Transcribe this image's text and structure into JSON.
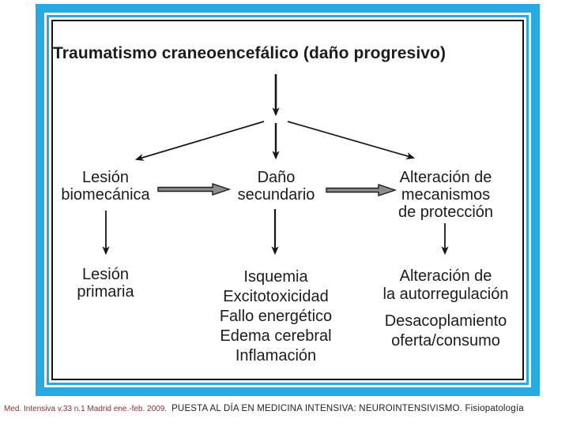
{
  "colors": {
    "accent": "#29a9e1",
    "arrow-fill": "#8d8d8d",
    "text": "#1c1c1c",
    "caption-source": "#8b2f2f"
  },
  "diagram": {
    "title": "Traumatismo craneoencefálico (daño progresivo)",
    "nodes": {
      "biomechanical": {
        "lines": [
          "Lesión",
          "biomecánica"
        ]
      },
      "secondary": {
        "lines": [
          "Daño",
          "secundario"
        ]
      },
      "protection": {
        "lines": [
          "Alteración de",
          "mecanismos",
          "de protección"
        ]
      },
      "primary": {
        "lines": [
          "Lesión",
          "primaria"
        ]
      }
    },
    "outcomes": {
      "secondary": [
        "Isquemia",
        "Excitotoxicidad",
        "Fallo energético",
        "Edema cerebral",
        "Inflamación"
      ],
      "protection_a": [
        "Alteración de",
        "la autorregulación"
      ],
      "protection_b": [
        "Desacoplamiento",
        "oferta/consumo"
      ]
    },
    "edges": [
      {
        "from": "title",
        "to": "fork",
        "style": "thin"
      },
      {
        "from": "fork",
        "to": "biomechanical",
        "style": "thin"
      },
      {
        "from": "fork",
        "to": "secondary",
        "style": "thin"
      },
      {
        "from": "fork",
        "to": "protection",
        "style": "thin"
      },
      {
        "from": "biomechanical",
        "to": "secondary",
        "style": "block"
      },
      {
        "from": "secondary",
        "to": "protection",
        "style": "block"
      },
      {
        "from": "biomechanical",
        "to": "primary",
        "style": "thin"
      },
      {
        "from": "secondary",
        "to": "secondary-outcomes",
        "style": "thin"
      },
      {
        "from": "protection",
        "to": "protection-outcomes",
        "style": "thin"
      }
    ]
  },
  "caption": {
    "source": "Med. Intensiva v.33 n.1 Madrid ene.-feb. 2009.",
    "title": "PUESTA AL DÍA EN MEDICINA INTENSIVA: NEUROINTENSIVISMO. Fisiopatología"
  }
}
